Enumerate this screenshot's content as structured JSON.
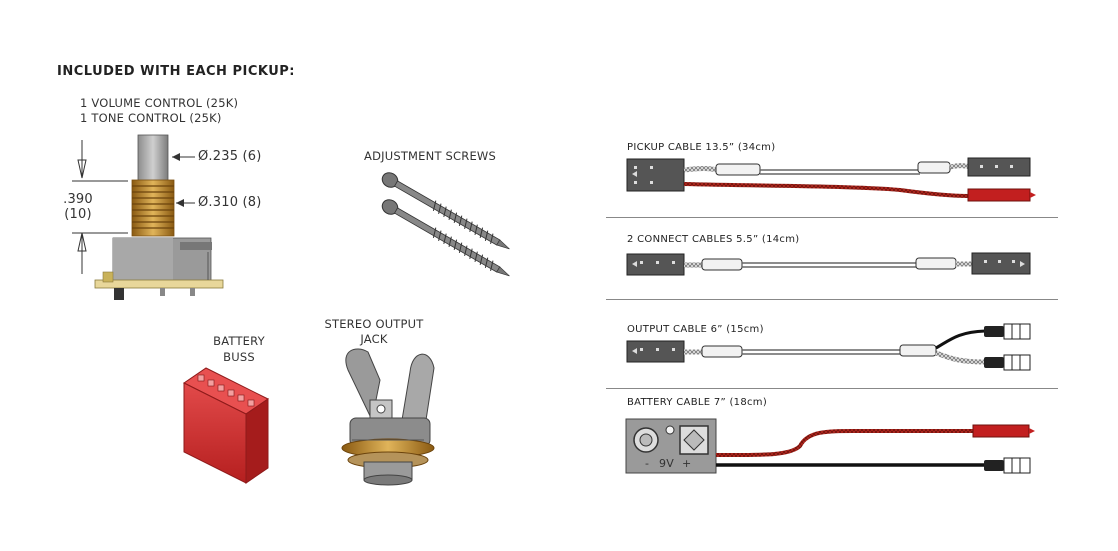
{
  "header": {
    "title": "INCLUDED WITH EACH PICKUP:"
  },
  "pot": {
    "line1": "1 VOLUME CONTROL (25K)",
    "line2": "1 TONE CONTROL (25K)",
    "dia_shaft": "Ø.235 (6)",
    "dia_thread": "Ø.310 (8)",
    "height_in": ".390",
    "height_mm": "(10)"
  },
  "screws": {
    "label": "ADJUSTMENT SCREWS"
  },
  "battery_buss": {
    "line1": "BATTERY",
    "line2": "BUSS"
  },
  "jack": {
    "line1": "STEREO OUTPUT",
    "line2": "JACK"
  },
  "cables": [
    {
      "title": "PICKUP CABLE 13.5” (34cm)"
    },
    {
      "title": "2 CONNECT CABLES 5.5” (14cm)"
    },
    {
      "title": "OUTPUT CABLE 6” (15cm)"
    },
    {
      "title": "BATTERY CABLE 7” (18cm)"
    }
  ],
  "battery_clip": {
    "voltage": "9V",
    "minus": "-",
    "plus": "+"
  },
  "colors": {
    "wire_red": "#b5281f",
    "wire_black": "#111111",
    "brass": "#c9962e",
    "connector": "#555555",
    "plastic_red": "#d42a2a"
  }
}
